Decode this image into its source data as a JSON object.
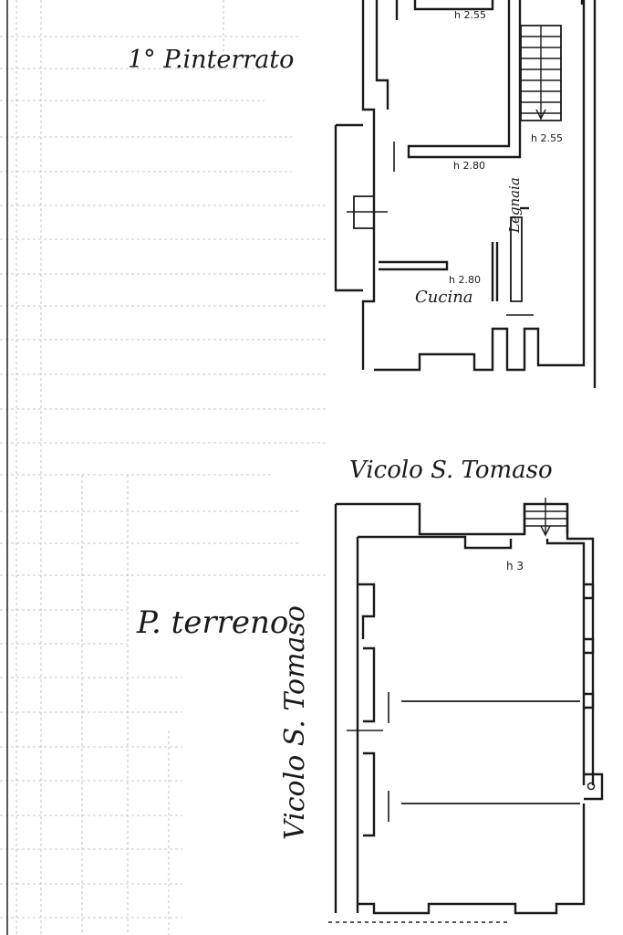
{
  "colors": {
    "ink": "#1a1a1a",
    "paper": "#ffffff",
    "grid": "#444444"
  },
  "basement": {
    "title": "1° P.interrato",
    "heights": [
      "h 2.55",
      "h 2.55",
      "h 2.80",
      "h 2.80"
    ],
    "room_cucina": "Cucina",
    "room_legnaia": "Legnaia"
  },
  "ground": {
    "title": "P. terreno",
    "street_top": "Vicolo S. Tomaso",
    "street_side": "Vicolo S. Tomaso",
    "height": "h 3"
  }
}
